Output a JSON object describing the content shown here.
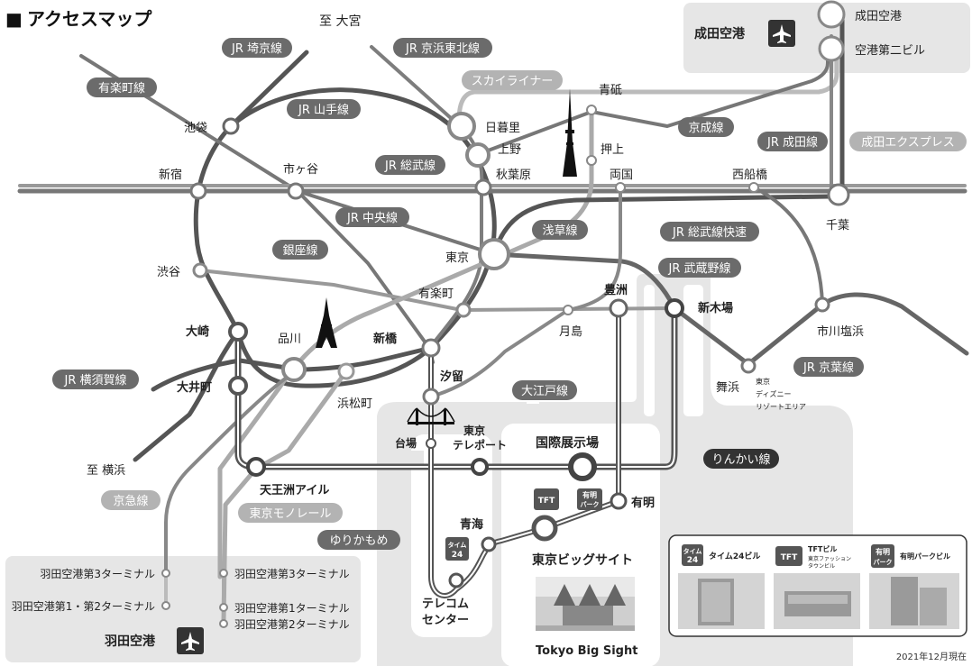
{
  "title": "アクセスマップ",
  "title_mark": "■",
  "date_note": "2021年12月現在",
  "lines": {
    "saikyo": "JR 埼京線",
    "keihin": "JR 京浜東北線",
    "yurakucho": "有楽町線",
    "skyliner": "スカイライナー",
    "yamanote": "JR 山手線",
    "keisei": "京成線",
    "narita": "JR 成田線",
    "narita_express": "成田エクスプレス",
    "sobu": "JR 総武線",
    "chuo": "JR 中央線",
    "asakusa": "浅草線",
    "sobu_rapid": "JR 総武線快速",
    "ginza": "銀座線",
    "musashino": "JR 武蔵野線",
    "yokosuka": "JR 横須賀線",
    "oedo": "大江戸線",
    "keiyo": "JR 京葉線",
    "rinkai": "りんかい線",
    "keikyu": "京急線",
    "monorail": "東京モノレール",
    "yurikamome": "ゆりかもめ"
  },
  "stations": {
    "omiya": "至 大宮",
    "aoto": "青砥",
    "ikebukuro": "池袋",
    "nippori": "日暮里",
    "ueno": "上野",
    "oshiage": "押上",
    "shinjuku": "新宿",
    "ichigaya": "市ヶ谷",
    "akihabara": "秋葉原",
    "ryogoku": "両国",
    "nishifunabashi": "西船橋",
    "chiba": "千葉",
    "tokyo": "東京",
    "shibuya": "渋谷",
    "yurakucho": "有楽町",
    "toyosu": "豊洲",
    "shinkiba": "新木場",
    "tsukishima": "月島",
    "osaki": "大崎",
    "shinagawa": "品川",
    "shinbashi": "新橋",
    "ichikawashiohama": "市川塩浜",
    "shiodome": "汐留",
    "oimachi": "大井町",
    "hamamatsucho": "浜松町",
    "maihama": "舞浜",
    "maihama_note_1": "東京",
    "maihama_note_2": "ディズニー",
    "maihama_note_3": "リゾートエリア",
    "daiba": "台場",
    "telecom_port_1": "東京",
    "telecom_port_2": "テレポート",
    "kokusai_tenjijo": "国際展示場",
    "yokohama": "至 横浜",
    "tennozu": "天王洲アイル",
    "ariake": "有明",
    "aomi": "青海",
    "bigsight": "東京ビッグサイト",
    "telecom_center_1": "テレコム",
    "telecom_center_2": "センター",
    "narita_t1": "成田空港",
    "narita_t2": "空港第二ビル",
    "haneda_keikyu_t3": "羽田空港第3ターミナル",
    "haneda_keikyu_t12": "羽田空港第1・第2ターミナル",
    "haneda_mono_t3": "羽田空港第3ターミナル",
    "haneda_mono_t1": "羽田空港第1ターミナル",
    "haneda_mono_t2": "羽田空港第2ターミナル"
  },
  "airports": {
    "narita": "成田空港",
    "haneda": "羽田空港",
    "icon": "airplane-icon"
  },
  "badges": {
    "tft": "TFT",
    "ariake_park_1": "有明",
    "ariake_park_2": "パーク",
    "time24_1": "タイム",
    "time24_2": "24"
  },
  "bigsight_caption": "Tokyo Big Sight",
  "legend": {
    "time24_badge_1": "タイム",
    "time24_badge_2": "24",
    "time24_label": "タイム24ビル",
    "tft_badge": "TFT",
    "tft_label_1": "TFTビル",
    "tft_label_2": "東京ファッション",
    "tft_label_3": "タウンビル",
    "park_badge_1": "有明",
    "park_badge_2": "パーク",
    "park_label": "有明パークビル"
  },
  "colors": {
    "dark_line": "#555555",
    "mid_line": "#7d7d7d",
    "light_line": "#b8b8b8",
    "pill_dark": "#6b6b6b",
    "pill_light": "#b3b3b3",
    "area_fill": "#e6e6e6",
    "rinkai_pill": "#333333"
  }
}
